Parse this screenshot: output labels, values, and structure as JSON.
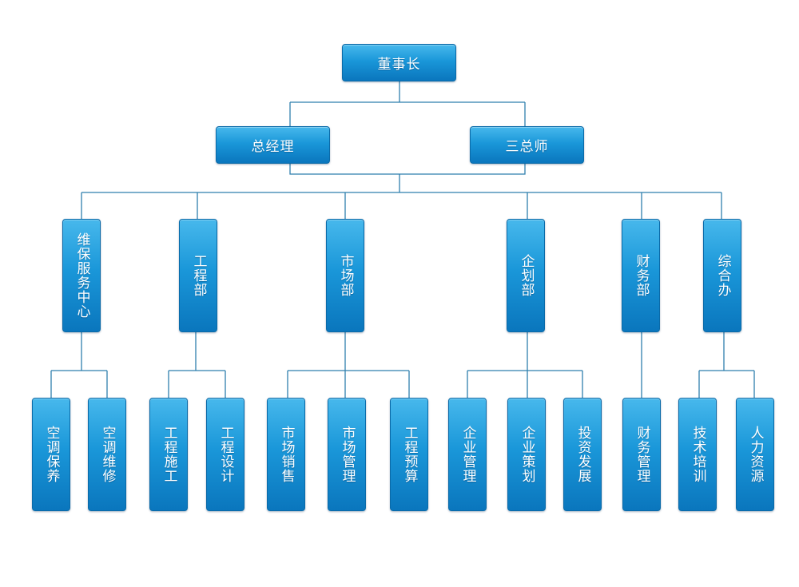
{
  "org": {
    "chairman": "董事长",
    "general_manager": "总经理",
    "chief_engineer": "三总师",
    "departments": [
      {
        "name": "维保服务中心",
        "subs": [
          "空调保养",
          "空调维修"
        ]
      },
      {
        "name": "工程部",
        "subs": [
          "工程施工",
          "工程设计"
        ]
      },
      {
        "name": "市场部",
        "subs": [
          "市场销售",
          "市场管理",
          "工程预算"
        ]
      },
      {
        "name": "企划部",
        "subs": [
          "企业管理",
          "企业策划",
          "投资发展"
        ]
      },
      {
        "name": "财务部",
        "subs": [
          "财务管理"
        ]
      },
      {
        "name": "综合办",
        "subs": [
          "技术培训",
          "人力资源"
        ]
      }
    ]
  },
  "colors": {
    "box_top": "#47b8ec",
    "box_bottom": "#0a76bd",
    "line": "#2f7fae"
  }
}
